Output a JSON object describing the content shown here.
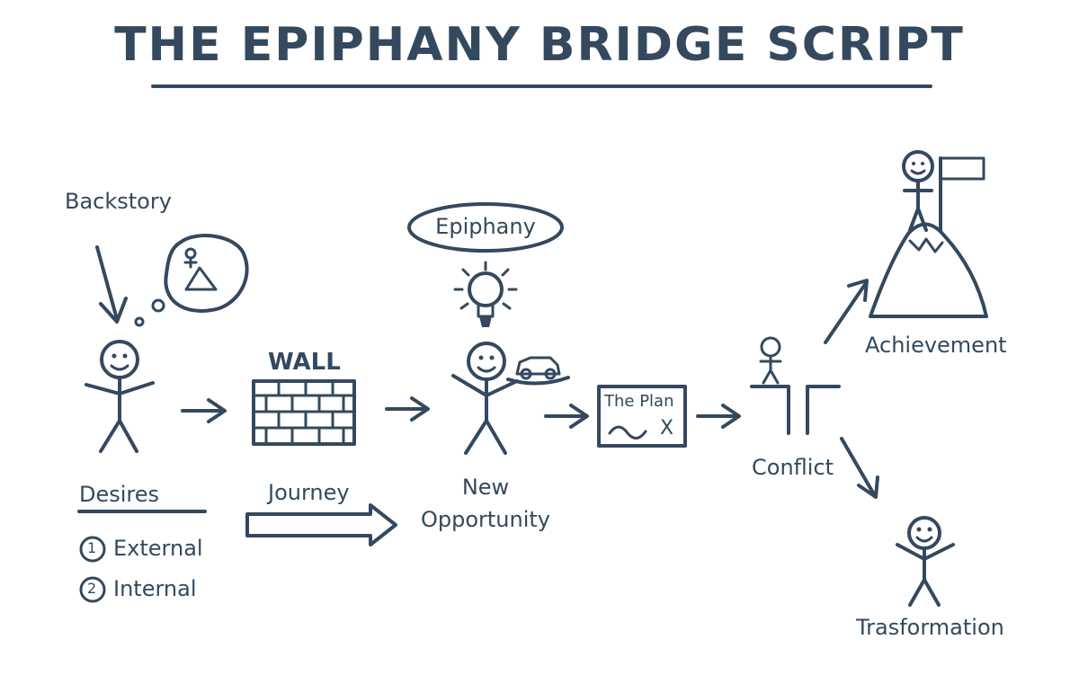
{
  "title": "THE EPIPHANY BRIDGE SCRIPT",
  "labels": {
    "backstory": "Backstory",
    "wall": "WALL",
    "epiphany": "Epiphany",
    "the_plan": "The Plan",
    "plan_x": "X",
    "achievement": "Achievement",
    "conflict": "Conflict",
    "transformation": "Trasformation",
    "desires": "Desires",
    "journey": "Journey",
    "new_opportunity_line1": "New",
    "new_opportunity_line2": "Opportunity"
  },
  "desires_list": [
    {
      "num": "1",
      "label": "External"
    },
    {
      "num": "2",
      "label": "Internal"
    }
  ],
  "colors": {
    "ink": "#34495e",
    "background": "#ffffff"
  }
}
